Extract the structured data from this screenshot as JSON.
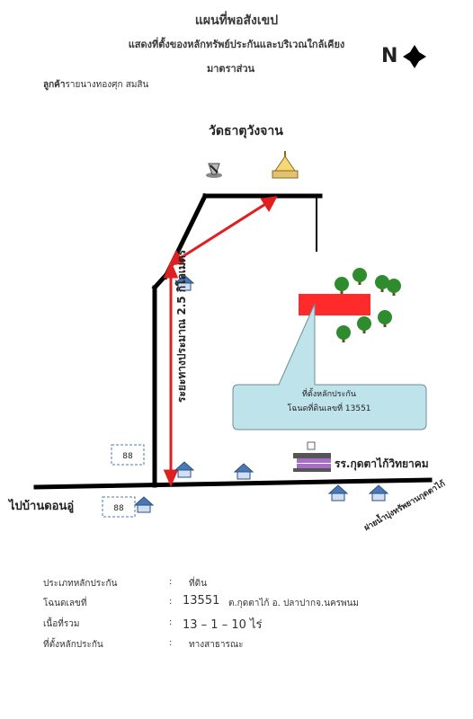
{
  "header": {
    "title": "แผนที่พอสังเขป",
    "subtitle": "แสดงที่ตั้งของหลักทรัพย์ประกันและบริเวณใกล้เคียง",
    "scale": "มาตราส่วน",
    "customer_label": "ลูกค้า",
    "customer_name": "รายนางทองศุก  สมสิน",
    "north": "N"
  },
  "map": {
    "temple": "วัดธาตุวังจาน",
    "distance": "ระยะทางประมาณ 2.5 กิโลเมตร",
    "collateral_line1": "ที่ตั้งหลักประกัน",
    "collateral_line2": "โฉนดที่ดินเลขที่  13551",
    "school": "รร.กุดตาไก้วิทยาคม",
    "left_road": "ไปบ้านดอนอู่",
    "right_road": "ฝายน้ำบุ่งทรัพยานกุดตาไก้",
    "colors": {
      "road": "#000000",
      "arrow": "#e02020",
      "plot": "#ff2a2a",
      "callout": "#bfe3ea",
      "house": "#4a78b5",
      "tree": "#2e8b2e",
      "school": "#a76fc4"
    },
    "icons": [
      "monument-icon",
      "temple-icon",
      "compass-icon",
      "house-icon",
      "tree-icon",
      "school-building-icon",
      "building-icon"
    ]
  },
  "info": [
    {
      "label": "ประเภทหลักประกัน",
      "colon": ":",
      "value": "ที่ดิน",
      "rest": ""
    },
    {
      "label": "โฉนดเลขที่",
      "colon": ":",
      "value": "13551",
      "rest": "ต.กุดตาไก้  อ. ปลาปากจ.นครพนม"
    },
    {
      "label": "เนื้อที่รวม",
      "colon": ":",
      "value": "13 –  1 –  10  ไร่",
      "rest": ""
    },
    {
      "label": "ที่ตั้งหลักประกัน",
      "colon": ":",
      "value": "ทางสาธารณะ",
      "rest": ""
    }
  ]
}
